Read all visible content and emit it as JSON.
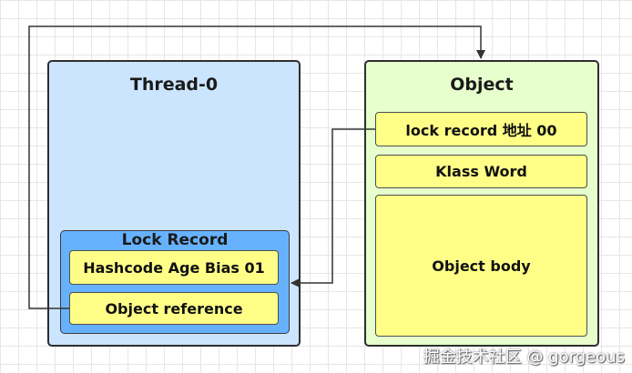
{
  "thread": {
    "title": "Thread-0",
    "fill": "#cce5ff"
  },
  "lock_record": {
    "title": "Lock Record",
    "fill": "#66b2ff",
    "cells": [
      "Hashcode Age Bias 01",
      "Object reference"
    ]
  },
  "object": {
    "title": "Object",
    "fill": "#e6ffcc",
    "cells": [
      "lock  record 地址 00",
      "Klass Word",
      "Object body"
    ]
  },
  "cell_fill": "#ffff88",
  "watermark": "掘金技术社区 @ gorgeous"
}
